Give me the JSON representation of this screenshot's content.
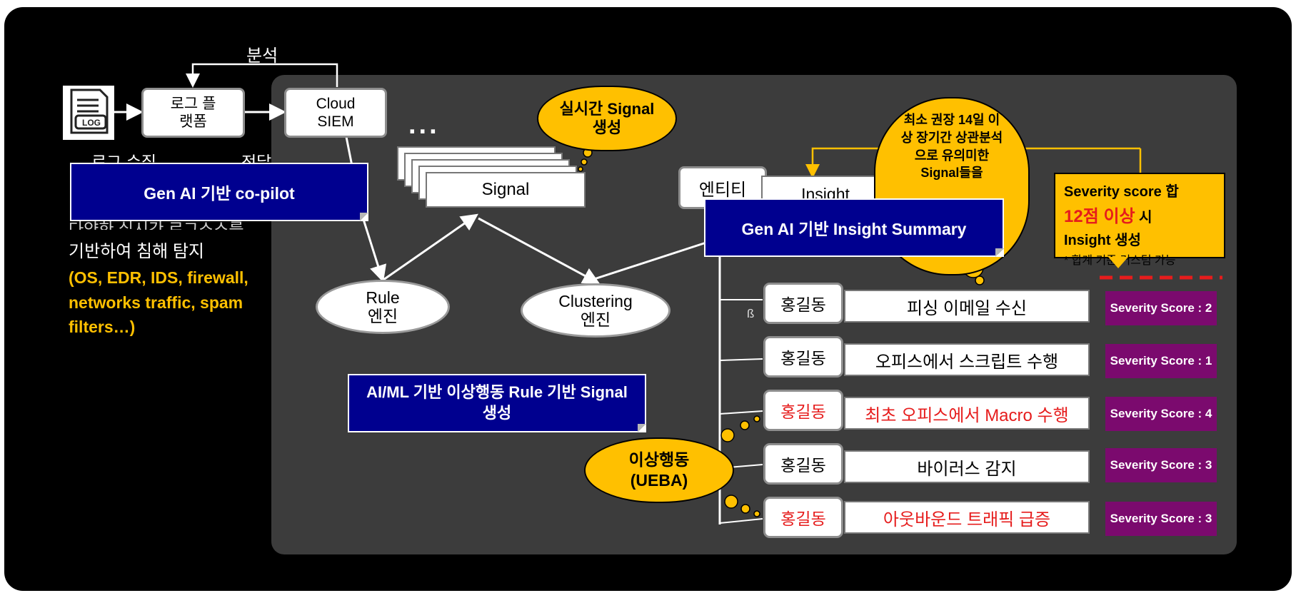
{
  "colors": {
    "navy": "#00008f",
    "yellow": "#ffc000",
    "magenta": "#7b0a6e",
    "red": "#e61c1c"
  },
  "top": {
    "analysis": "분석",
    "collect": "로그 수집",
    "forward": "전달"
  },
  "log_icon": "LOG",
  "boxes": {
    "log_platform": "로그 플랫폼",
    "cloud_siem": "Cloud SIEM",
    "signal": "Signal",
    "entity": "엔티티",
    "insight": "Insight"
  },
  "ellipsis": "...",
  "left_text": {
    "desc_partial": "다양한 실시간 로그소스를",
    "desc": "기반하여 침해 탐지",
    "sources": "(OS, EDR, IDS, firewall, networks traffic, spam filters…)"
  },
  "labels": {
    "copilot": "Gen AI 기반 co-pilot",
    "insight_summary": "Gen AI 기반 Insight Summary",
    "aiml": "AI/ML 기반 이상행동 Rule 기반 Signal 생성"
  },
  "engines": {
    "rule": "Rule 엔진",
    "clustering": "Clustering 엔진"
  },
  "clouds": {
    "realtime": "실시간 Signal 생성",
    "longterm": "최소 권장 14일 이상 장기간 상관분석으로 유의미한 Signal들을",
    "ueba": "이상행동 (UEBA)"
  },
  "severity_note": {
    "line1": "Severity score 합",
    "highlight": "12점 이상",
    "suffix": "시",
    "line3": "Insight 생성",
    "line4": "* 합계 기준 커스텀 가능"
  },
  "stray_char": "ß",
  "events": [
    {
      "entity": "홍길동",
      "event": "피싱 이메일 수신",
      "severity": "Severity Score : 2",
      "highlight": false
    },
    {
      "entity": "홍길동",
      "event": "오피스에서 스크립트 수행",
      "severity": "Severity Score : 1",
      "highlight": false
    },
    {
      "entity": "홍길동",
      "event": "최초 오피스에서 Macro 수행",
      "severity": "Severity Score : 4",
      "highlight": true
    },
    {
      "entity": "홍길동",
      "event": "바이러스 감지",
      "severity": "Severity Score : 3",
      "highlight": false
    },
    {
      "entity": "홍길동",
      "event": "아웃바운드 트래픽 급증",
      "severity": "Severity Score : 3",
      "highlight": true
    }
  ]
}
